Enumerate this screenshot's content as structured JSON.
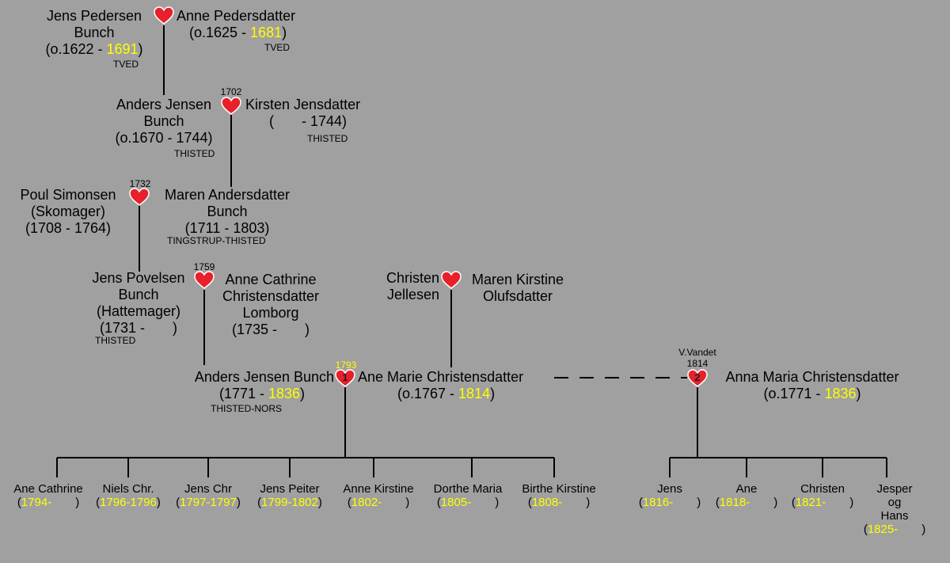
{
  "colors": {
    "background": "#a0a0a0",
    "line": "#000000",
    "death_year_highlight": "#ffff00",
    "heart": "#e8202a"
  },
  "icons": {
    "marriage": "heart-icon"
  },
  "gen1": {
    "husband": {
      "name1": "Jens Pedersen",
      "name2": "Bunch",
      "open": "(o.1622 - ",
      "death": "1691",
      "close": ")",
      "place": "TVED"
    },
    "wife": {
      "name1": "Anne Pedersdatter",
      "open": "(o.1625 - ",
      "death": "1681",
      "close": ")",
      "place": "TVED"
    }
  },
  "gen2": {
    "marriage_year": "1702",
    "husband": {
      "name1": "Anders Jensen",
      "name2": "Bunch",
      "dates": "(o.1670 - 1744)",
      "place": "THISTED"
    },
    "wife": {
      "name1": "Kirsten Jensdatter",
      "dates": "(       - 1744)",
      "place": "THISTED"
    }
  },
  "gen3": {
    "marriage_year": "1732",
    "husband": {
      "name1": "Poul Simonsen",
      "name2": "(Skomager)",
      "dates": "(1708 - 1764)"
    },
    "wife": {
      "name1": "Maren Andersdatter",
      "name2": "Bunch",
      "dates": "(1711 - 1803)",
      "place": "TINGSTRUP-THISTED"
    }
  },
  "gen4": {
    "marriage_year": "1759",
    "husband": {
      "name1": "Jens Povelsen",
      "name2": "Bunch",
      "name3": "(Hattemager)",
      "dates": "(1731 -       )",
      "place": "THISTED"
    },
    "wife": {
      "name1": "Anne Cathrine",
      "name2": "Christensdatter",
      "name3": "Lomborg",
      "dates": "(1735 -       )"
    }
  },
  "christen_couple": {
    "husband": {
      "name1": "Christen",
      "name2": "Jellesen"
    },
    "wife": {
      "name1": "Maren Kirstine",
      "name2": "Olufsdatter"
    }
  },
  "gen5": {
    "subject": {
      "name": "Anders Jensen Bunch",
      "open": "(1771 - ",
      "death": "1836",
      "close": ")",
      "place": "THISTED-NORS"
    },
    "marriage1": {
      "number": "1",
      "year": "1793"
    },
    "wife1": {
      "name": "Ane Marie Christensdatter",
      "open": "(o.1767 - ",
      "death": "1814",
      "close": ")"
    },
    "marriage2": {
      "number": "2",
      "place": "V.Vandet",
      "year": "1814"
    },
    "wife2": {
      "name": "Anna Maria Christensdatter",
      "open": "(o.1771 - ",
      "death": "1836",
      "close": ")"
    }
  },
  "children1": [
    {
      "name": "Ane Cathrine",
      "birth": "1794",
      "death": ""
    },
    {
      "name": "Niels Chr.",
      "birth": "1796",
      "death": "1796"
    },
    {
      "name": "Jens Chr",
      "birth": "1797",
      "death": "1797"
    },
    {
      "name": "Jens Peiter",
      "birth": "1799",
      "death": "1802"
    },
    {
      "name": "Anne Kirstine",
      "birth": "1802",
      "death": ""
    },
    {
      "name": "Dorthe Maria",
      "birth": "1805",
      "death": ""
    },
    {
      "name": "Birthe Kirstine",
      "birth": "1808",
      "death": ""
    }
  ],
  "children2": [
    {
      "name": "Jens",
      "birth": "1816",
      "death": ""
    },
    {
      "name": "Ane",
      "birth": "1818",
      "death": ""
    },
    {
      "name": "Christen",
      "birth": "1821",
      "death": ""
    },
    {
      "name_lines": [
        "Jesper",
        "og",
        "Hans"
      ],
      "birth": "1825",
      "death": ""
    }
  ]
}
